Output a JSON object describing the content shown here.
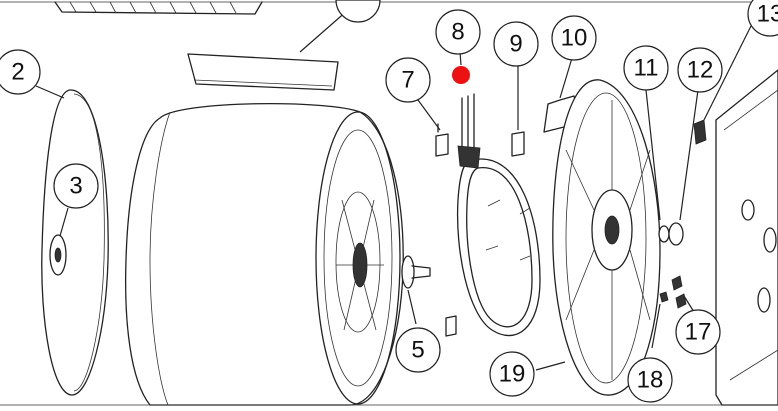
{
  "diagram": {
    "highlight_color": "#ee1111",
    "line_color": "#222222",
    "background": "#ffffff",
    "callouts": [
      {
        "id": "c2",
        "label": "2"
      },
      {
        "id": "c3",
        "label": "3"
      },
      {
        "id": "c5",
        "label": "5"
      },
      {
        "id": "c7",
        "label": "7"
      },
      {
        "id": "c8",
        "label": "8"
      },
      {
        "id": "c9",
        "label": "9"
      },
      {
        "id": "c10",
        "label": "10"
      },
      {
        "id": "c11",
        "label": "11"
      },
      {
        "id": "c12",
        "label": "12"
      },
      {
        "id": "c13",
        "label": "13"
      },
      {
        "id": "c17",
        "label": "17"
      },
      {
        "id": "c18",
        "label": "18"
      },
      {
        "id": "c19",
        "label": "19"
      }
    ],
    "selected_part": "8"
  }
}
